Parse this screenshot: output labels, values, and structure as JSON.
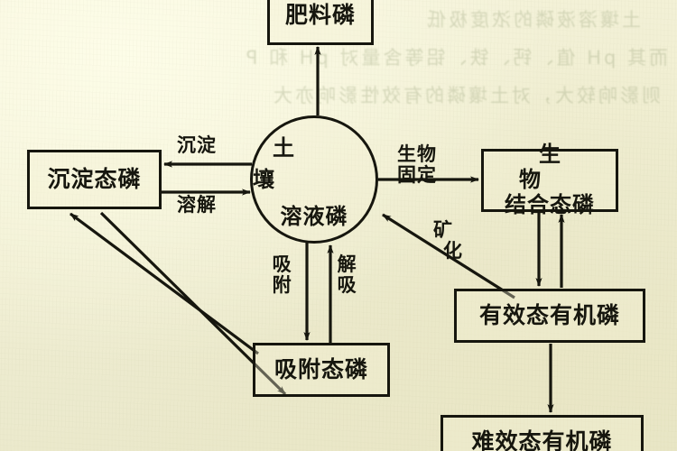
{
  "figure": {
    "domain": "diagram",
    "caption": "",
    "background_color": "#f1efd3",
    "ink_color": "#16160e"
  },
  "bleed_through_lines": [
    "土壤溶液磷的浓度极低",
    "而其 pH 值、钙、铁、铝等含量对 pH 和 P",
    "则影响较大，对土壤磷的有效性影响亦大"
  ],
  "nodes": {
    "fertilizer": {
      "label": "肥料磷",
      "shape": "rect"
    },
    "precipitated": {
      "label": "沉淀态磷",
      "shape": "rect"
    },
    "soil_solution": {
      "label_line1": "土 壤",
      "label_line2": "溶液磷",
      "shape": "circle"
    },
    "bio_bound": {
      "label_line1": "生 物",
      "label_line2": "结合态磷",
      "shape": "rect"
    },
    "adsorbed": {
      "label": "吸附态磷",
      "shape": "rect"
    },
    "available_org": {
      "label": "有效态有机磷",
      "shape": "rect"
    },
    "resistant_org": {
      "label": "难效态有机磷",
      "shape": "rect"
    }
  },
  "edge_labels": {
    "precipitate": "沉淀",
    "dissolve": "溶解",
    "bio_fixation": {
      "line1": "生物",
      "line2": "固定"
    },
    "mineralize": {
      "line1": "矿",
      "line2": "化"
    },
    "adsorb": {
      "line1": "吸",
      "line2": "附"
    },
    "desorb": {
      "line1": "解",
      "line2": "吸"
    }
  },
  "edges": [
    {
      "name": "fertilizer-to-solution",
      "from": "soil_solution",
      "to": "fertilizer",
      "label": ""
    },
    {
      "name": "solution-to-precipitated",
      "from": "soil_solution",
      "to": "precipitated",
      "label": "沉淀"
    },
    {
      "name": "precipitated-to-solution",
      "from": "precipitated",
      "to": "soil_solution",
      "label": "溶解"
    },
    {
      "name": "solution-to-biobound",
      "from": "soil_solution",
      "to": "bio_bound",
      "label": "生物固定"
    },
    {
      "name": "biobound-to-solution",
      "from": "bio_bound",
      "to": "soil_solution",
      "label": "矿化"
    },
    {
      "name": "solution-to-adsorbed",
      "from": "soil_solution",
      "to": "adsorbed",
      "label": "吸附"
    },
    {
      "name": "adsorbed-to-solution",
      "from": "adsorbed",
      "to": "soil_solution",
      "label": "解吸"
    },
    {
      "name": "precipitated-to-adsorbed",
      "from": "precipitated",
      "to": "adsorbed",
      "label": ""
    },
    {
      "name": "adsorbed-to-precipitated",
      "from": "adsorbed",
      "to": "precipitated",
      "label": ""
    },
    {
      "name": "biobound-to-availorg",
      "from": "bio_bound",
      "to": "available_org",
      "label": ""
    },
    {
      "name": "availorg-to-biobound",
      "from": "available_org",
      "to": "bio_bound",
      "label": ""
    },
    {
      "name": "availorg-to-resistorg",
      "from": "available_org",
      "to": "resistant_org",
      "label": ""
    }
  ]
}
